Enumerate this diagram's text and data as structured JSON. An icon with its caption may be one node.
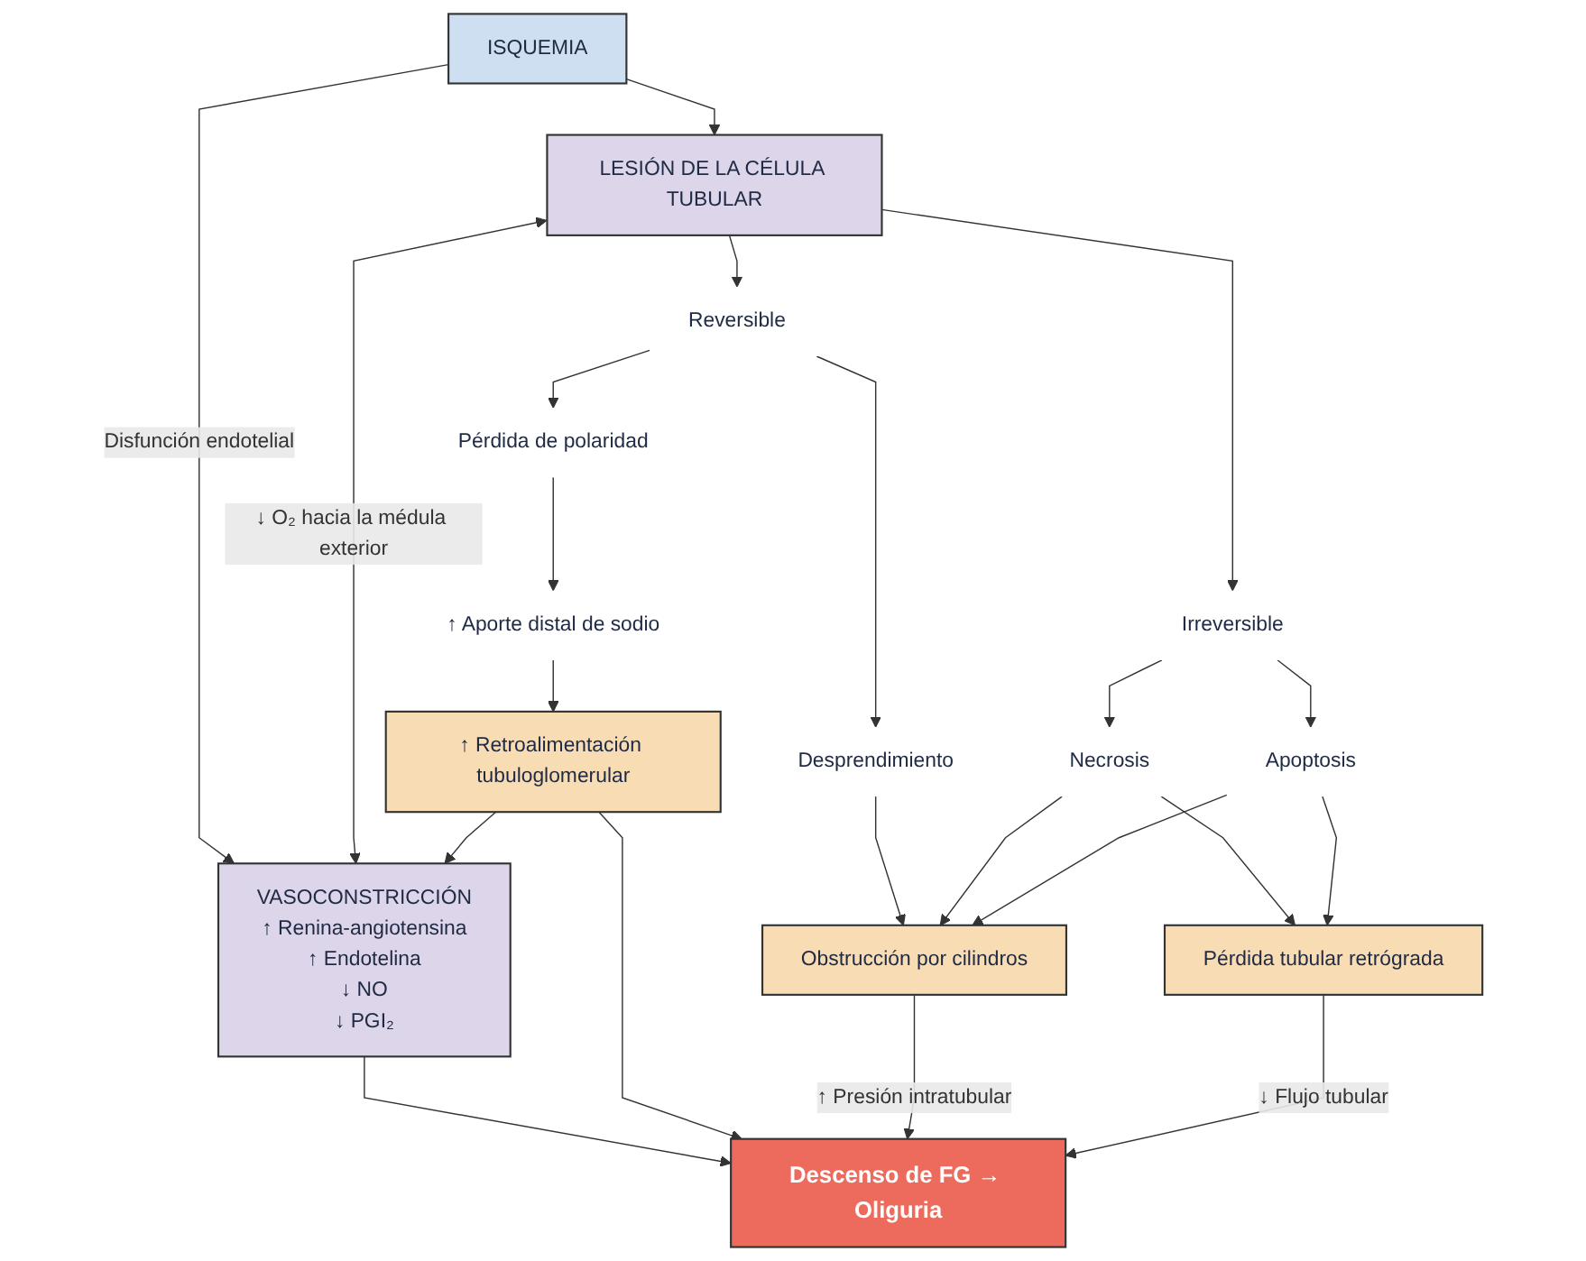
{
  "diagram": {
    "nodes": [
      {
        "text": [
          "ISQUEMIA"
        ]
      },
      {
        "text": [
          "LESIÓN DE LA CÉLULA TUBULAR"
        ]
      },
      {
        "text": [
          "VASOCONSTRICCIÓN",
          "↑ Renina-angiotensina",
          "↑ Endotelina",
          "↓ NO",
          "↓ PGI₂"
        ]
      },
      {
        "text": [
          "Reversible"
        ]
      },
      {
        "text": [
          "Irreversible"
        ]
      },
      {
        "text": [
          "Pérdida de polaridad"
        ]
      },
      {
        "text": [
          "Desprendimiento"
        ]
      },
      {
        "text": [
          "Necrosis"
        ]
      },
      {
        "text": [
          "Apoptosis"
        ]
      },
      {
        "text": [
          "↑ Aporte distal de sodio"
        ]
      },
      {
        "text": [
          "Obstrucción por cilindros"
        ]
      },
      {
        "text": [
          "Pérdida tubular retrógrada"
        ]
      },
      {
        "text": [
          "↑ Retroalimentación tubuloglomerular"
        ]
      },
      {
        "text": [
          "Descenso de FG → Oliguria"
        ]
      }
    ],
    "edges": [
      {
        "from": 0,
        "to": 1,
        "arrow": "to"
      },
      {
        "from": 0,
        "to": 2,
        "arrow": "to",
        "label": "Disfunción endotelial"
      },
      {
        "from": 1,
        "to": 2,
        "arrow": "both",
        "label": "↓ O₂ hacia la médula exterior"
      },
      {
        "from": 1,
        "to": 3,
        "arrow": "to"
      },
      {
        "from": 1,
        "to": 4,
        "arrow": "to"
      },
      {
        "from": 3,
        "to": 5,
        "arrow": "to"
      },
      {
        "from": 3,
        "to": 6,
        "arrow": "to"
      },
      {
        "from": 4,
        "to": 7,
        "arrow": "to"
      },
      {
        "from": 4,
        "to": 8,
        "arrow": "to"
      },
      {
        "from": 5,
        "to": 9,
        "arrow": "to"
      },
      {
        "from": 9,
        "to": 12,
        "arrow": "to"
      },
      {
        "from": 6,
        "to": 10,
        "arrow": "to"
      },
      {
        "from": 7,
        "to": 10,
        "arrow": "to"
      },
      {
        "from": 7,
        "to": 11,
        "arrow": "to"
      },
      {
        "from": 8,
        "to": 10,
        "arrow": "to"
      },
      {
        "from": 8,
        "to": 11,
        "arrow": "to"
      },
      {
        "from": 12,
        "to": 2,
        "arrow": "to"
      },
      {
        "from": 2,
        "to": 13,
        "arrow": "to"
      },
      {
        "from": 12,
        "to": 13,
        "arrow": "to"
      },
      {
        "from": 10,
        "to": 13,
        "arrow": "to",
        "label": "↑ Presión intratubular"
      },
      {
        "from": 11,
        "to": 13,
        "arrow": "to",
        "label": "↓ Flujo tubular"
      }
    ]
  }
}
